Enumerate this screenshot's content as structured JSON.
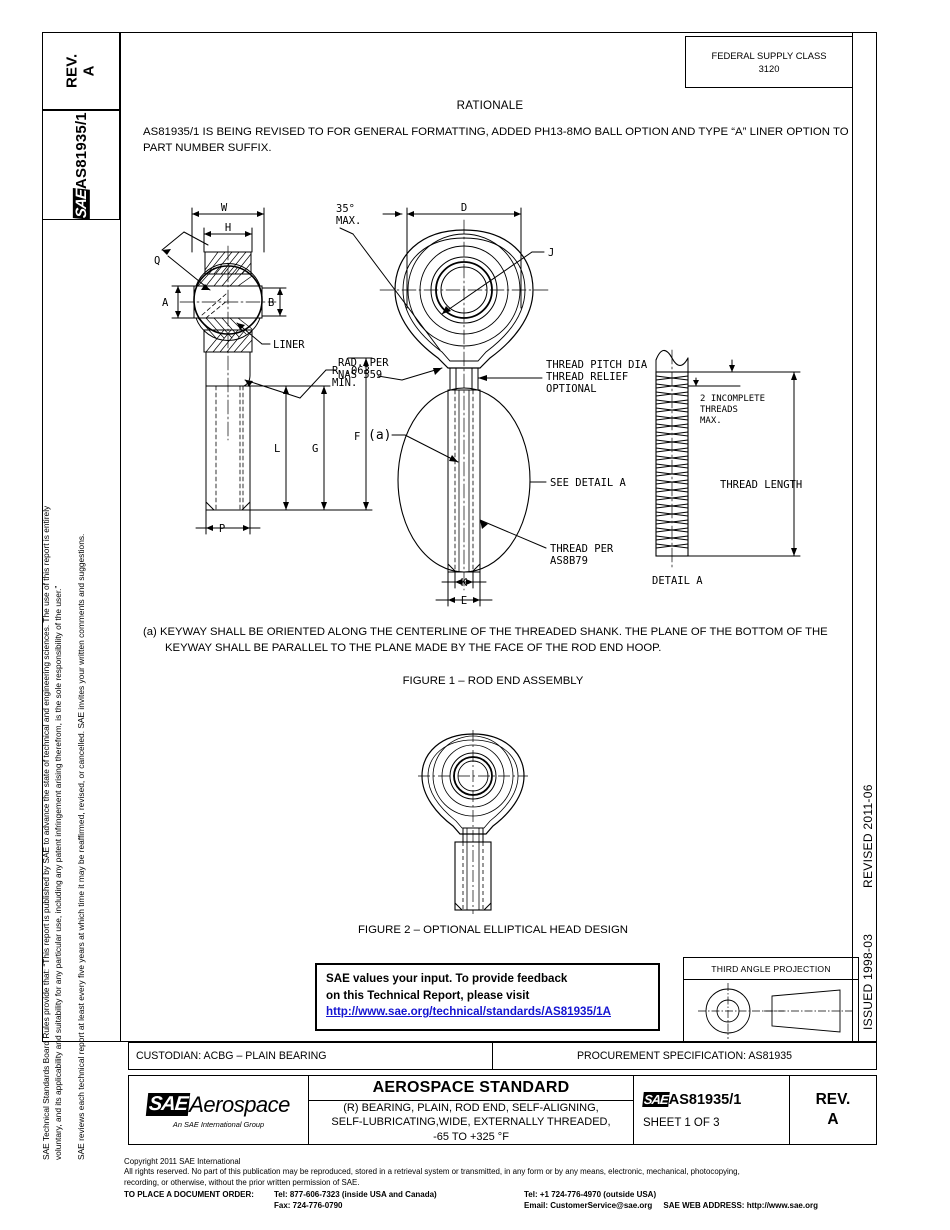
{
  "document": {
    "rev_label": "REV.",
    "rev_value": "A",
    "doc_number": "AS81935/1",
    "sae_mark": "SAE",
    "fsc_title": "FEDERAL SUPPLY CLASS",
    "fsc_value": "3120",
    "revised_date": "REVISED 2011-06",
    "issued_date": "ISSUED 1998-03"
  },
  "margin_legal": {
    "line1": "SAE Technical Standards Board Rules provide that: “This report is published by SAE to advance the state of technical and engineering sciences. The use of this report is entirely",
    "line2": "voluntary, and its applicability and suitability for any particular use, including any patent infringement arising therefrom, is the sole responsibility of the user.”",
    "line3": "SAE reviews each technical report at least every five years at which time it may be reaffirmed, revised, or cancelled. SAE invites your written comments and suggestions."
  },
  "rationale": {
    "heading": "RATIONALE",
    "body": "AS81935/1 IS BEING REVISED TO FOR GENERAL FORMATTING, ADDED PH13-8MO BALL OPTION AND TYPE “A” LINER OPTION TO PART NUMBER SUFFIX."
  },
  "figure1": {
    "caption": "FIGURE 1 – ROD END ASSEMBLY",
    "note_marker": "(a)",
    "note_line1": "KEYWAY SHALL BE ORIENTED ALONG THE CENTERLINE OF THE THREADED SHANK. THE PLANE OF THE",
    "note_line2": "BOTTOM OF THE KEYWAY SHALL BE PARALLEL TO THE PLANE MADE BY THE FACE OF THE ROD END HOOP.",
    "labels": {
      "w": "W",
      "h": "H",
      "q": "Q",
      "a": "A",
      "b": "B",
      "liner": "LINER",
      "rad_per": "RAD. PER",
      "nas559": "NAS 559",
      "l": "L",
      "g": "G",
      "p": "P",
      "f": "F",
      "angle_max_1": "35°",
      "angle_max_2": "MAX.",
      "d": "D",
      "j": "J",
      "r063_1": "R .063",
      "r063_2": "MIN.",
      "thread_pitch_1": "THREAD PITCH DIA",
      "thread_pitch_2": "THREAD RELIEF",
      "thread_pitch_3": "OPTIONAL",
      "keyway_callout": "(a)",
      "see_detail": "SEE DETAIL A",
      "thread_per_1": "THREAD PER",
      "thread_per_2": "AS8B79",
      "k": "K",
      "e": "E",
      "incomplete_1": "2 INCOMPLETE",
      "incomplete_2": "THREADS",
      "incomplete_3": "MAX.",
      "thread_length": "THREAD LENGTH",
      "detail_a": "DETAIL A"
    }
  },
  "figure2": {
    "caption": "FIGURE 2 – OPTIONAL ELLIPTICAL HEAD DESIGN"
  },
  "feedback": {
    "line1": "SAE values your input. To provide feedback",
    "line2": "on this Technical Report, please visit",
    "link": "http://www.sae.org/technical/standards/AS81935/1A",
    "link_color": "#1414d2"
  },
  "third_angle": {
    "title": "THIRD ANGLE PROJECTION"
  },
  "title_block": {
    "custodian": "CUSTODIAN: ACBG – PLAIN BEARING",
    "procurement": "PROCUREMENT SPECIFICATION: AS81935",
    "logo_word": "Aerospace",
    "logo_sub": "An SAE International Group",
    "standard_heading": "AEROSPACE STANDARD",
    "desc_line1": "(R) BEARING, PLAIN, ROD END, SELF-ALIGNING,",
    "desc_line2": "SELF-LUBRICATING,WIDE, EXTERNALLY THREADED,",
    "desc_line3": "-65 TO +325 °F",
    "doc_number": "AS81935/1",
    "sheet": "SHEET 1 OF 3",
    "rev_label": "REV.",
    "rev_value": "A"
  },
  "footer": {
    "copyright": "Copyright 2011 SAE International",
    "rights_line1": "All rights reserved. No part of this publication may be reproduced, stored in a retrieval system or transmitted, in any form or by any means, electronic, mechanical, photocopying,",
    "rights_line2": "recording, or otherwise, without the prior written permission of SAE.",
    "order_label": "TO PLACE A DOCUMENT ORDER:",
    "tel_inside": "Tel: 877-606-7323 (inside USA and Canada)",
    "tel_outside": "Tel: +1 724-776-4970 (outside USA)",
    "fax": "Fax: 724-776-0790",
    "email": "Email: CustomerService@sae.org",
    "web_label": "SAE WEB ADDRESS:",
    "web_url": "http://www.sae.org"
  }
}
